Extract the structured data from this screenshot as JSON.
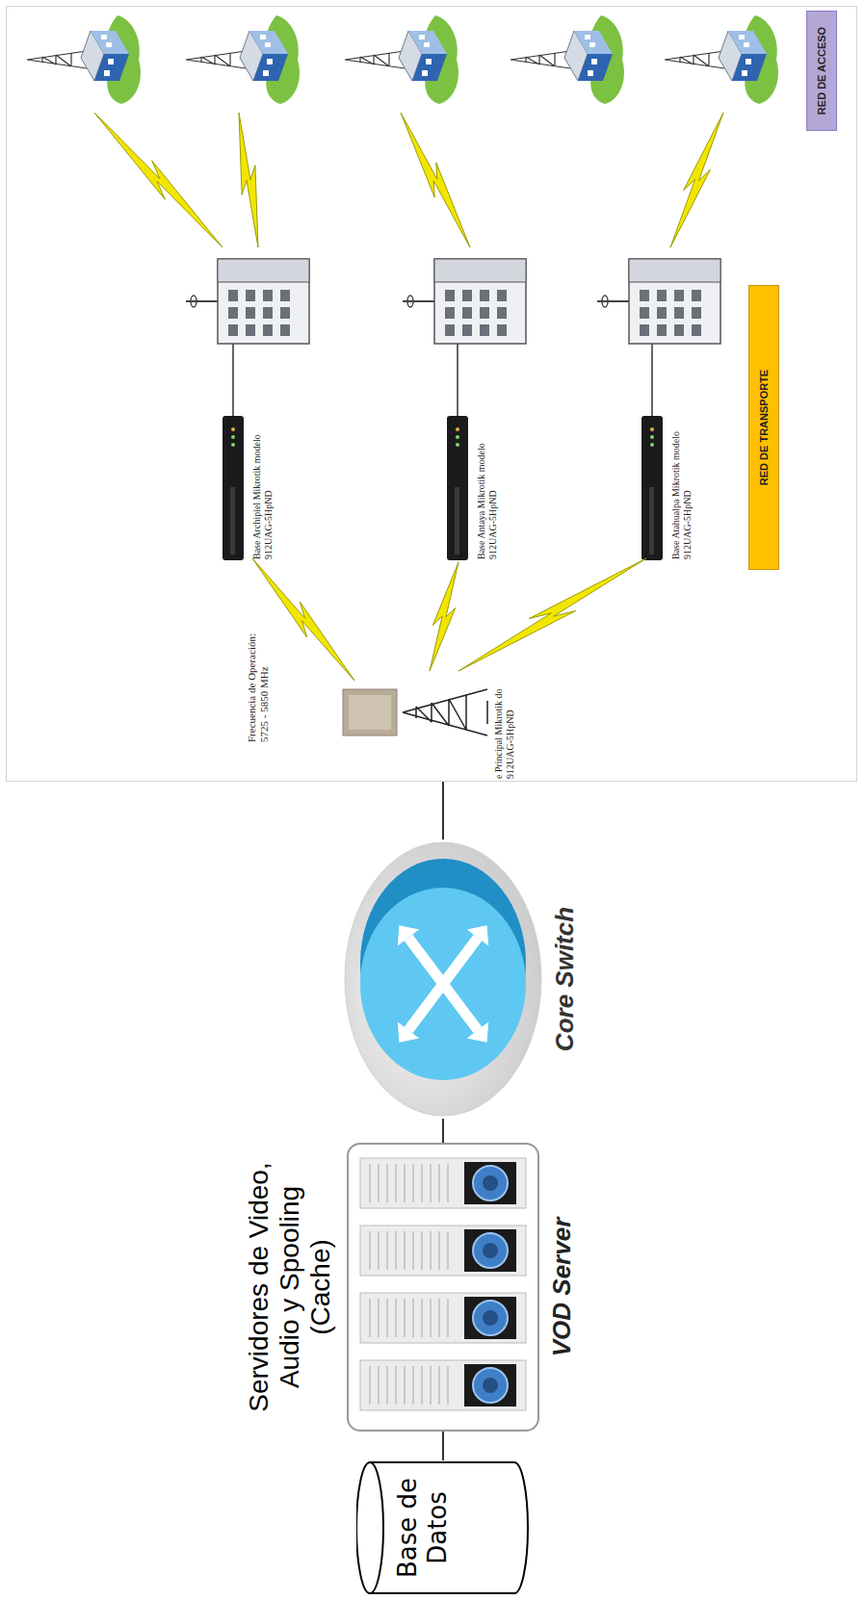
{
  "diagram": {
    "nodes": [
      {
        "text": [
          "Servidores de Video, Audio y Spooling (Cache)",
          "VOD Server"
        ]
      },
      {
        "text": [
          "Base de Datos"
        ]
      },
      {
        "text": [
          "Core Switch"
        ]
      },
      {
        "text": [
          "Frecuencia de Operación: 5725 - 5850 MHz",
          "e Principal Mikrotik do 912UAG-5HpND",
          "Base Archipiel Mikrotik modelo 912UAG-5HpND",
          "Base Antaya Mikrotik modelo 912UAG-5HpND",
          "Base Atahualpa Mikrotik modelo 912UAG-5HpND"
        ]
      },
      {
        "text": [
          "RED DE TRANSPORTE"
        ],
        "in": 3
      },
      {
        "text": [
          "RED DE ACCESO"
        ],
        "in": 3
      }
    ],
    "edges": [
      {
        "from": 1,
        "to": 0,
        "arrow": "none"
      },
      {
        "from": 0,
        "to": 2,
        "arrow": "none"
      },
      {
        "from": 2,
        "to": 3,
        "arrow": "none"
      }
    ]
  }
}
